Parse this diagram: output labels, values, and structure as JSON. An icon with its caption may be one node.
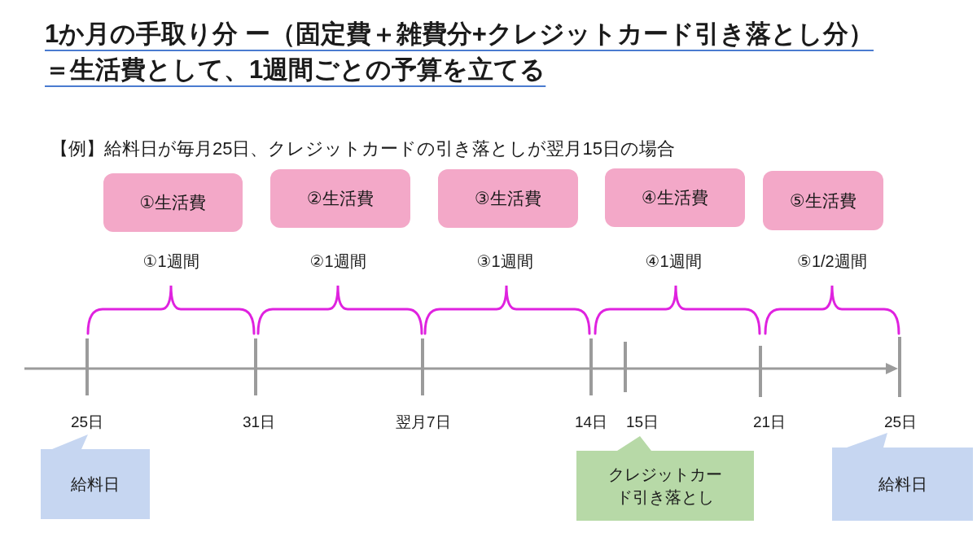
{
  "diagram": {
    "title": "1か月の手取り分 ー（固定費＋雑費分+クレジットカード引き落とし分）＝生活費として、1週間ごとの予算を立てる",
    "nodes": [
      {
        "text": [
          "①生活費"
        ]
      },
      {
        "text": [
          "②生活費"
        ]
      },
      {
        "text": [
          "③生活費"
        ]
      },
      {
        "text": [
          "④生活費"
        ]
      },
      {
        "text": [
          "⑤生活費"
        ]
      },
      {
        "text": [
          "給料日"
        ]
      },
      {
        "text": [
          "クレジットカード引き落とし"
        ]
      },
      {
        "text": [
          "給料日"
        ]
      }
    ],
    "labels": [
      "【例】給料日が毎月25日、クレジットカードの引き落としが翌月15日の場合",
      "①1週間",
      "②1週間",
      "③1週間",
      "④1週間",
      "⑤1/2週間",
      "25日",
      "31日",
      "翌月7日",
      "14日",
      "15日",
      "21日",
      "25日"
    ]
  }
}
